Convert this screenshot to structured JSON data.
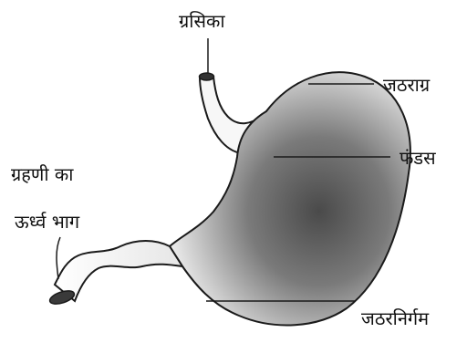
{
  "labels": {
    "esophagus": "ग्रसिका",
    "cardia": "जठराग्र",
    "fundus": "फंडस",
    "duodenum_line1": "ग्रहणी का",
    "duodenum_line2": "ऊर्ध्व भाग",
    "pylorus": "जठरनिर्गम"
  },
  "colors": {
    "outline": "#1a1a1a",
    "shade": "#6b6b6b",
    "background": "#ffffff"
  }
}
